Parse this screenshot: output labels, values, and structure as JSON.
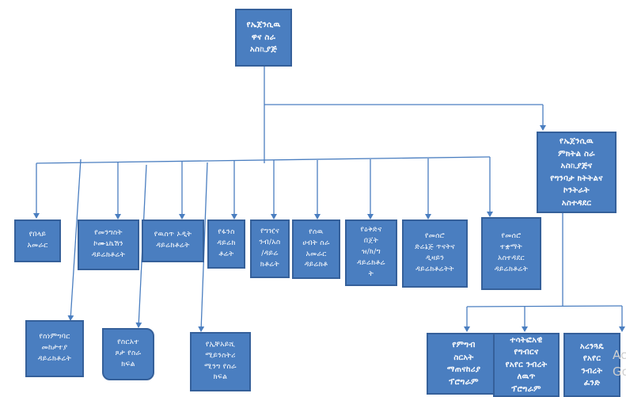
{
  "org_chart": {
    "ceo": "የኤጀንሲዉ\nዋና ስራ\nአስኪያጅ",
    "deputy": "የኤጀንሲዉ\nምክትል ስራ\nአስኪያጅና\nየግንባታ ክትትልና\nኮንትራት\nአስተዳደር",
    "directorates": {
      "d1": "የበላይ\nአመራር",
      "d2": "የመንግስት\nኮሙኒኬሽን\nዳይሬክቶሬት",
      "d3": "የዉስጥ ኦዲት\nዳይሬክቶሬት",
      "d4": "የፋንስ\nዳይሬክ\nቶሬት",
      "d5": "የግዢና\nንብ/አስ\n/ዳይሬ\nክቶሬት",
      "d6": "የሰዉ\nሀብት ስራ\nአመራር\nዳይሬክቶ",
      "d7": "የዕቅድና\nበጀት\nዝ/ክ/ግ\nዳይሬክቶሬ\nት",
      "d8": "የመሰሮ\nድሬኔጅ ጥናትና\nዲዛይን\nዳይሬክቶሬትት",
      "d9": "የመሰሮ\nተቋማት\nአስተዳደር\nዳይሬክቶሬት"
    },
    "lower": {
      "l1": "የስነምግባር\nመከታተያ\nዳይሬክቶሬት",
      "l2": "የስርአተ\nጾታ የስራ\nክፍል",
      "l3": "የኢቸአይሺ\nሚይንስትሪ\nሚንግ የስራ\nክፍል"
    },
    "programs": {
      "p1": "የምግብ\nስርአት\nማጠናከሪያ\nፕሮግራም",
      "p2": "ተሳትፎአዊ\nየግብርና\nየአየር ንብረት\nለዉጥ\nፕሮግራም",
      "p3": "አረንጓዴ\nየአየር\nንብረት\nፈንድ"
    }
  },
  "watermark": "Ac\nGo",
  "colors": {
    "box_fill": "#4a7ec0",
    "box_border": "#35609a",
    "connector": "#4a7ec0"
  }
}
